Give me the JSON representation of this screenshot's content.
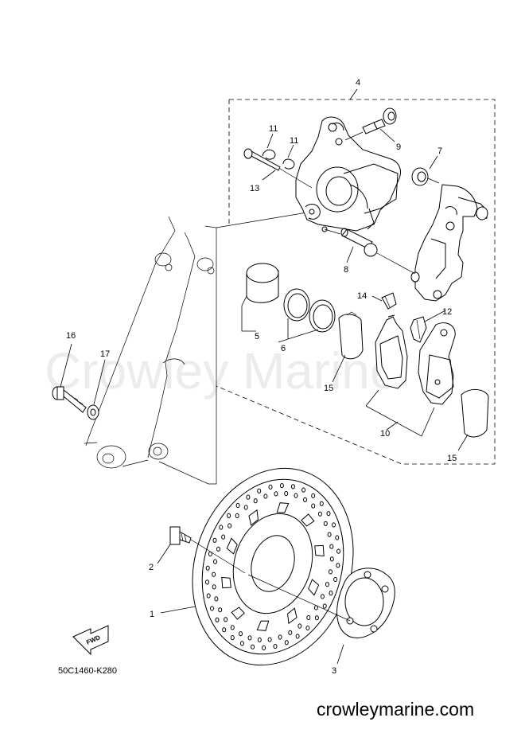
{
  "watermark": "Crowley Marine",
  "diagram_code": "50C1460-K280",
  "website": "crowleymarine.com",
  "fwd_label": "FWD",
  "callouts": {
    "c1": "1",
    "c2": "2",
    "c3": "3",
    "c4": "4",
    "c5": "5",
    "c6": "6",
    "c7": "7",
    "c8": "8",
    "c9": "9",
    "c10": "10",
    "c11a": "11",
    "c11b": "11",
    "c12": "12",
    "c13": "13",
    "c14": "14",
    "c15a": "15",
    "c15b": "15",
    "c16": "16",
    "c17": "17"
  }
}
